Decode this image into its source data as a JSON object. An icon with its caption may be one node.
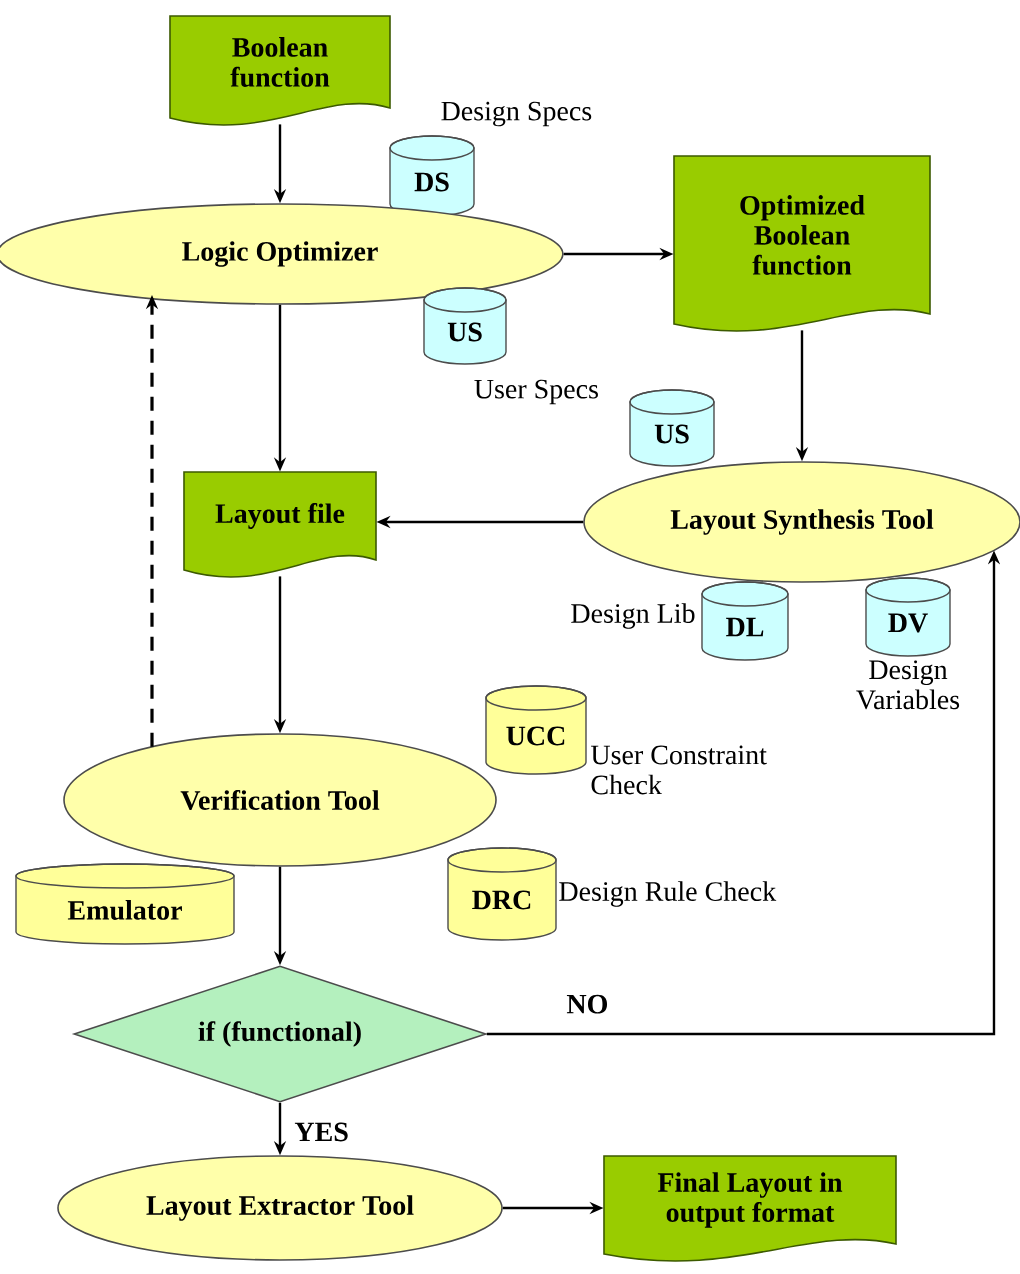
{
  "diagram": {
    "nodes": [
      {
        "text": [
          "Boolean function"
        ]
      },
      {
        "text": [
          "DS"
        ],
        "beside": [
          "Design Specs"
        ]
      },
      {
        "text": [
          "Logic Optimizer"
        ]
      },
      {
        "text": [
          "Optimized Boolean function"
        ]
      },
      {
        "text": [
          "US"
        ],
        "beside": [
          "User Specs"
        ]
      },
      {
        "text": [
          "US"
        ]
      },
      {
        "text": [
          "Layout file"
        ]
      },
      {
        "text": [
          "Layout Synthesis Tool"
        ]
      },
      {
        "text": [
          "DL"
        ],
        "beside": [
          "Design Lib"
        ]
      },
      {
        "text": [
          "DV"
        ],
        "beside": [
          "Design Variables"
        ]
      },
      {
        "text": [
          "UCC"
        ],
        "beside": [
          "User Constraint Check"
        ]
      },
      {
        "text": [
          "Verification Tool"
        ]
      },
      {
        "text": [
          "Emulator"
        ]
      },
      {
        "text": [
          "DRC"
        ],
        "beside": [
          "Design Rule Check"
        ]
      },
      {
        "text": [
          "if (functional)"
        ]
      },
      {
        "text": [
          "Layout Extractor Tool"
        ]
      },
      {
        "text": [
          "Final Layout in output format"
        ]
      }
    ],
    "edges": [
      {
        "from": 0,
        "to": 2,
        "arrow": "to"
      },
      {
        "from": 2,
        "to": 3,
        "arrow": "to"
      },
      {
        "from": 3,
        "to": 7,
        "arrow": "to"
      },
      {
        "from": 2,
        "to": 6,
        "arrow": "to"
      },
      {
        "from": 7,
        "to": 6,
        "arrow": "to"
      },
      {
        "from": 6,
        "to": 11,
        "arrow": "to"
      },
      {
        "from": 11,
        "to": 2,
        "arrow": "to",
        "style": "dashed"
      },
      {
        "from": 11,
        "to": 14,
        "arrow": "to"
      },
      {
        "from": 14,
        "to": 7,
        "arrow": "to",
        "label": "NO"
      },
      {
        "from": 14,
        "to": 15,
        "arrow": "to",
        "label": "YES"
      },
      {
        "from": 15,
        "to": 16,
        "arrow": "to"
      }
    ]
  }
}
